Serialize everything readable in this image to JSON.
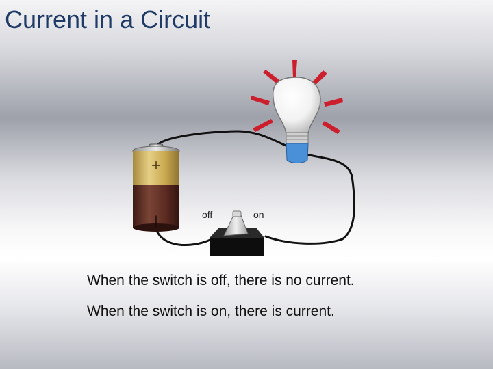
{
  "title": "Current in a Circuit",
  "battery": {
    "plus_symbol": "+",
    "minus_symbol": "|"
  },
  "switch": {
    "off_label": "off",
    "on_label": "on"
  },
  "captions": [
    "When the switch is off, there is no current.",
    "When the switch is on, there is current."
  ],
  "colors": {
    "title": "#1f3a66",
    "wire": "#111111",
    "battery_top": "#c9a94a",
    "battery_bottom": "#5e2e24",
    "bulb_rays": "#cc1f2e",
    "bulb_base": "#4a90d9",
    "switch_base": "#111111"
  }
}
